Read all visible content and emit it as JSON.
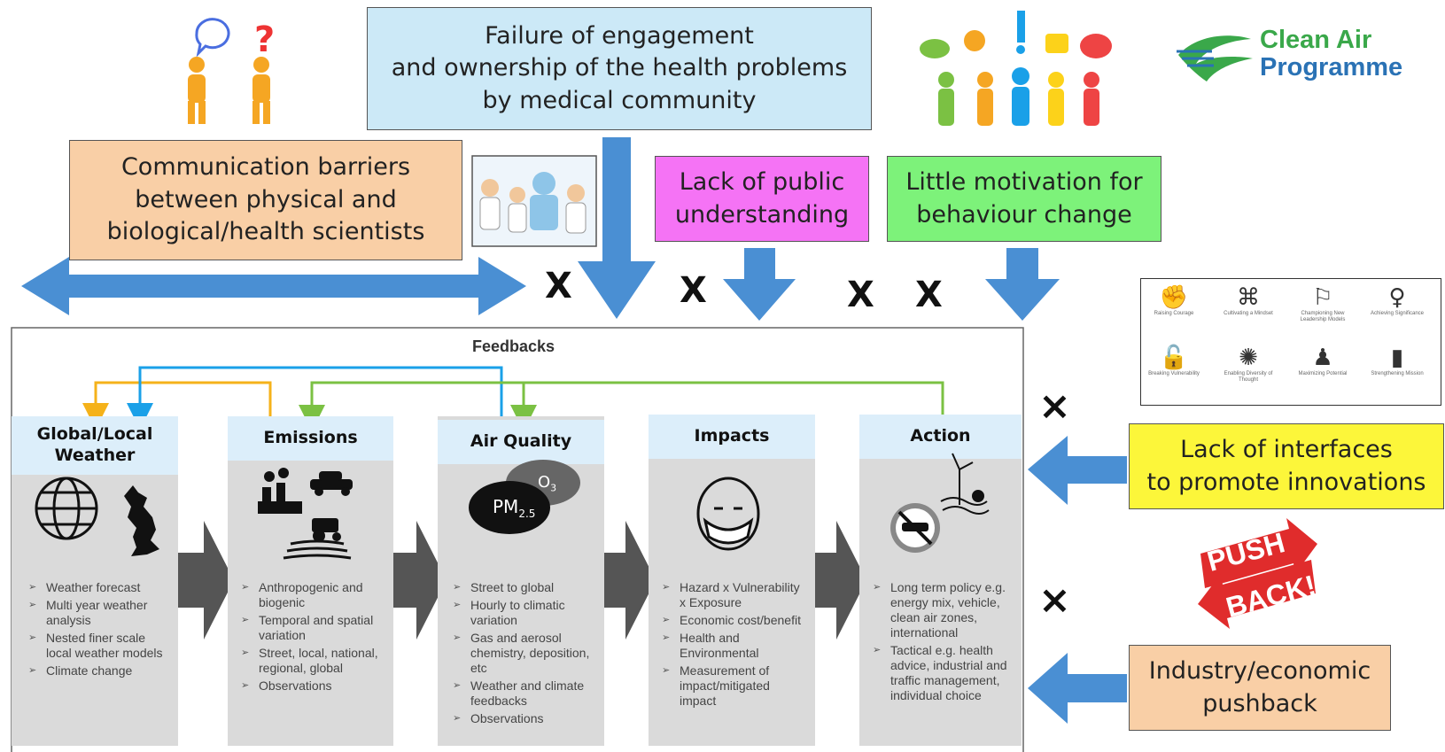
{
  "top_box": {
    "text": "Failure of engagement\nand ownership of the health problems\nby medical community"
  },
  "barrier_boxes": {
    "communication": "Communication barriers\nbetween physical and\nbiological/health scientists",
    "public": "Lack of public\nunderstanding",
    "motivation": "Little motivation for\nbehaviour change",
    "interfaces": "Lack of interfaces\nto promote innovations",
    "industry": "Industry/economic\npushback"
  },
  "logo": {
    "line1": "Clean Air",
    "line2": "Programme"
  },
  "push_back": {
    "line1": "PUSH",
    "line2": "BACK!"
  },
  "cross_marks": [
    "X",
    "X",
    "X",
    "X",
    "×",
    "×"
  ],
  "feedbacks_label": "Feedbacks",
  "stages": [
    {
      "title": "Global/Local\nWeather",
      "bullets": [
        "Weather forecast",
        "Multi year weather analysis",
        "Nested finer scale local weather models",
        "Climate change"
      ]
    },
    {
      "title": "Emissions",
      "bullets": [
        "Anthropogenic and biogenic",
        "Temporal and spatial variation",
        "Street, local, national, regional, global",
        "Observations"
      ]
    },
    {
      "title": "Air Quality",
      "bullets": [
        "Street to global",
        "Hourly to climatic variation",
        "Gas and aerosol chemistry, deposition, etc",
        "Weather and climate feedbacks",
        "Observations"
      ]
    },
    {
      "title": "Impacts",
      "bullets": [
        "Hazard x Vulnerability x Exposure",
        "Economic cost/benefit",
        "Health and Environmental",
        "Measurement of impact/mitigated impact"
      ]
    },
    {
      "title": "Action",
      "bullets": [
        "Long term policy e.g. energy mix, vehicle, clean air zones, international",
        "Tactical e.g. health advice, industrial and traffic management, individual choice"
      ]
    }
  ],
  "pollutant_labels": {
    "pm": "PM",
    "pm_sub": "2.5",
    "o3": "O",
    "o3_sub": "3"
  },
  "icon_panel": [
    {
      "icon": "fist-icon",
      "label": "Raising Courage"
    },
    {
      "icon": "knot-icon",
      "label": "Cultivating a Mindset"
    },
    {
      "icon": "flag-icon",
      "label": "Championing New Leadership Models"
    },
    {
      "icon": "pin-icon",
      "label": "Achieving Significance"
    },
    {
      "icon": "unlock-icon",
      "label": "Breaking Vulnerability"
    },
    {
      "icon": "brain-icon",
      "label": "Enabling Diversity of Thought"
    },
    {
      "icon": "presenter-icon",
      "label": "Maximizing Potential"
    },
    {
      "icon": "book-icon",
      "label": "Strengthening Mission"
    }
  ],
  "colors": {
    "top_box": "#cce9f7",
    "communication": "#f9cfa6",
    "public": "#f573f5",
    "motivation": "#7df27a",
    "interfaces": "#fcf63a",
    "industry": "#f9cfa6",
    "arrow_blue": "#4a8fd3",
    "panel_grey": "#dadada",
    "panel_header": "#dceefa",
    "feedback_orange": "#f5b21a",
    "feedback_blue": "#1aa0e8",
    "feedback_green": "#7bc143"
  }
}
